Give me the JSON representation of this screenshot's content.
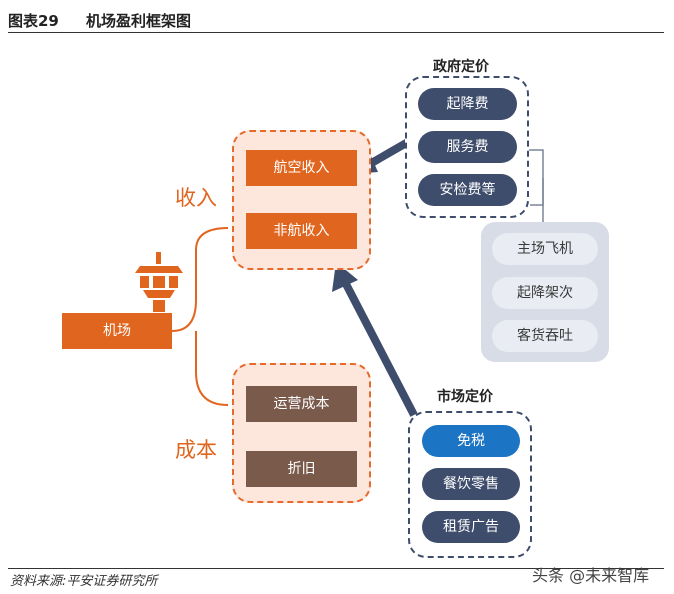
{
  "header": {
    "figure_number": "图表29",
    "title": "机场盈利框架图"
  },
  "airport": {
    "label": "机场"
  },
  "revenue": {
    "label": "收入",
    "items": [
      "航空收入",
      "非航收入"
    ]
  },
  "cost": {
    "label": "成本",
    "items": [
      "运营成本",
      "折旧"
    ]
  },
  "government_pricing": {
    "title": "政府定价",
    "items": [
      "起降费",
      "服务费",
      "安检费等"
    ]
  },
  "drivers": {
    "items": [
      "主场飞机",
      "起降架次",
      "客货吞吐"
    ]
  },
  "market_pricing": {
    "title": "市场定价",
    "items": [
      "免税",
      "餐饮零售",
      "租赁广告"
    ]
  },
  "footer": {
    "source": "资料来源:平安证券研究所",
    "watermark": "头条 @未来智库"
  },
  "colors": {
    "orange": "#e0661f",
    "brown": "#7a5a4b",
    "navy": "#3e4d6c",
    "blue": "#1c74c4",
    "light_orange": "#fde7dc",
    "light_gray": "#d7dce6"
  },
  "icons": {
    "tower": "control-tower-icon"
  }
}
